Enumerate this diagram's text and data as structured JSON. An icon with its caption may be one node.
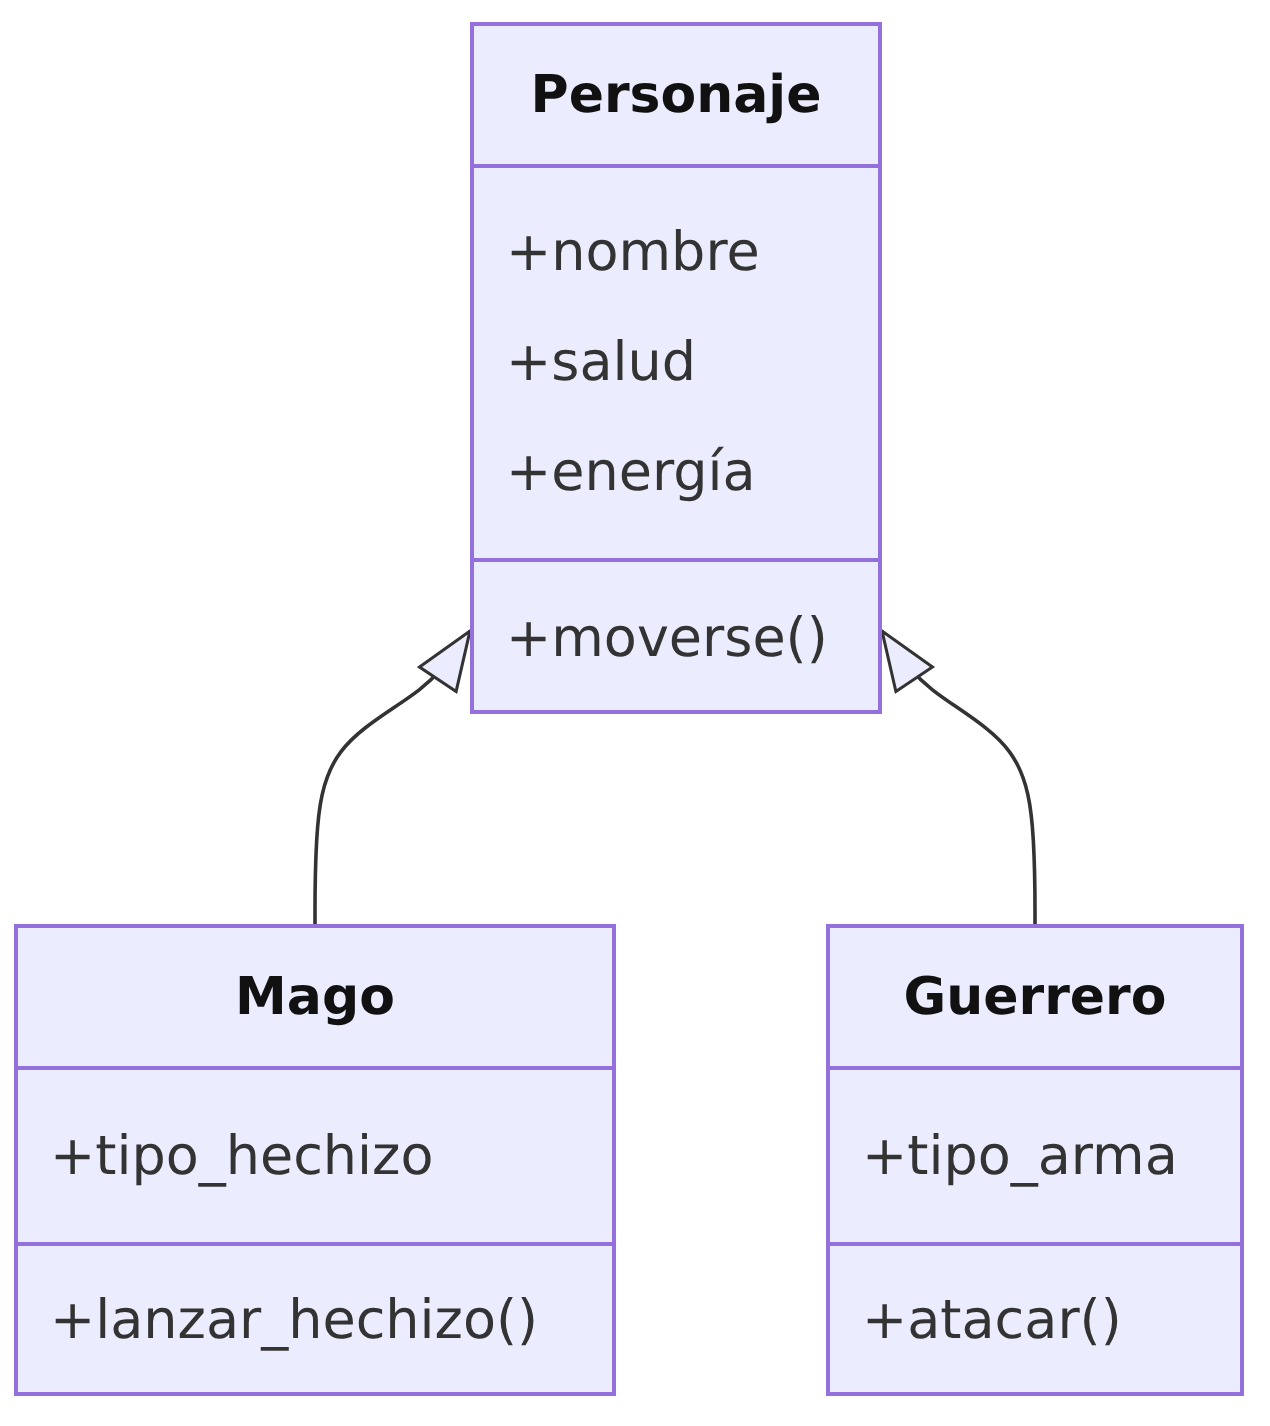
{
  "diagram": {
    "nodes": [
      {
        "text": [
          "Personaje"
        ]
      },
      {
        "text": [
          "+nombre",
          "+salud",
          "+energía"
        ],
        "in": 0
      },
      {
        "text": [
          "+moverse()"
        ],
        "in": 0
      },
      {
        "text": [
          "Mago"
        ]
      },
      {
        "text": [
          "+tipo_hechizo"
        ],
        "in": 3
      },
      {
        "text": [
          "+lanzar_hechizo()"
        ],
        "in": 3
      },
      {
        "text": [
          "Guerrero"
        ]
      },
      {
        "text": [
          "+tipo_arma"
        ],
        "in": 6
      },
      {
        "text": [
          "+atacar()"
        ],
        "in": 6
      }
    ],
    "edges": [
      {
        "from": 3,
        "to": 0,
        "arrow": "to"
      },
      {
        "from": 6,
        "to": 0,
        "arrow": "to"
      }
    ]
  }
}
